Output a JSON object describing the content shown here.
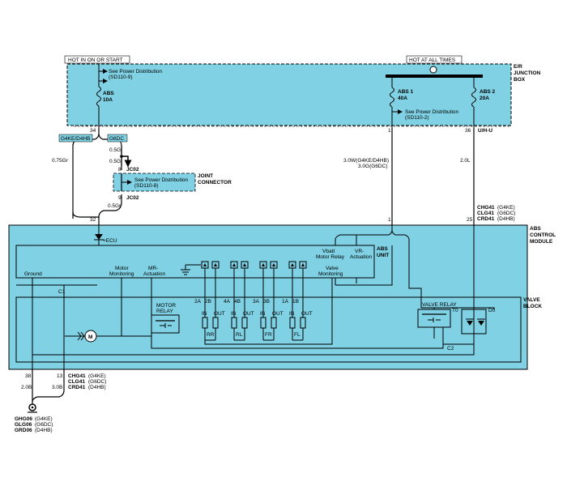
{
  "colors": {
    "fill": "#7fd1e3",
    "line": "#000000",
    "background": "#ffffff"
  },
  "labels": {
    "hot_run_start": "HOT IN ON OR START",
    "hot_all_times": "HOT AT ALL TIMES",
    "junction_box_l1": "E/R",
    "junction_box_l2": "JUNCTION",
    "junction_box_l3": "BOX",
    "spd_1": "See Power Distribution",
    "spd_1_ref": "(SD110-9)",
    "abs_fuse": "ABS",
    "abs_fuse_amp": "10A",
    "abs1_fuse": "ABS 1",
    "abs1_amp": "40A",
    "abs2_fuse": "ABS 2",
    "abs2_amp": "20A",
    "spd_2": "See Power Distribution",
    "spd_2_ref": "(SD110-2)",
    "pin_34": "34",
    "pin_1_top": "1",
    "pin_36": "36",
    "uhu": "U/H-U",
    "g4ke_tag": "G4KE/D4HB",
    "g6dc_tag": "G6DC",
    "w075gr": "0.75Gr",
    "w05g_a": "0.5G",
    "w05g_b": "0.5G",
    "pin_8": "8",
    "jc02_a": "JC02",
    "spd_3": "See Power Distribution",
    "spd_3_ref": "(SD110-8)",
    "joint_conn_l1": "JOINT",
    "joint_conn_l2": "CONNECTOR",
    "pin_9": "9",
    "jc02_b": "JC02",
    "w05gr": "0.5Gr",
    "w30w": "3.0W(G4KE/D4HB)",
    "w30g": "3.0G(G6DC)",
    "w20l": "2.0L",
    "chg41_a": "CHG41",
    "chg41_a_sfx": "(G4KE)",
    "clg41_a": "CLG41",
    "clg41_a_sfx": "(G6DC)",
    "crd41_a": "CRD41",
    "crd41_a_sfx": "(D4HB)",
    "pin_32": "32",
    "pin_1_mid": "1",
    "pin_25": "25",
    "module_l1": "ABS",
    "module_l2": "CONTROL",
    "module_l3": "MODULE",
    "abs_unit_l1": "ABS",
    "abs_unit_l2": "UNIT",
    "ecu": "+ECU",
    "vbatt": "Vbatt",
    "motor_relay_lbl": "Motor Relay",
    "vr": "VR-",
    "actuation_a": "Actuation",
    "ground": "Ground",
    "motor": "Motor",
    "monitoring_a": "Monitoring",
    "mr": "MR-",
    "actuation_b": "Actuation",
    "valve": "Valve",
    "monitoring_b": "Monitoring",
    "c1": "C1",
    "valve_block_l1": "VALVE",
    "valve_block_l2": "BLOCK",
    "motor_relay_l1": "MOTOR",
    "motor_relay_l2": "RELAY",
    "valve_relay": "VALVE RELAY",
    "t0": "T0",
    "d0": "D0",
    "v2a": "2A",
    "v2b": "2B",
    "v4a": "4A",
    "v4b": "4B",
    "v3a": "3A",
    "v3b": "3B",
    "v1a": "1A",
    "v1b": "1B",
    "in_1": "IN",
    "out_1": "OUT",
    "in_2": "IN",
    "out_2": "OUT",
    "in_3": "IN",
    "out_3": "OUT",
    "in_4": "IN",
    "out_4": "OUT",
    "rr": "RR",
    "rl": "RL",
    "fr": "FR",
    "fl": "FL",
    "c2": "C2",
    "motor_symbol": "M",
    "pin_38": "38",
    "pin_13": "13",
    "w20b": "2.0B",
    "w30b": "3.0B",
    "chg41_b": "CHG41",
    "chg41_b_sfx": "(G4KE)",
    "clg41_b": "CLG41",
    "clg41_b_sfx": "(G6DC)",
    "crd41_b": "CRD41",
    "crd41_b_sfx": "(D4HB)",
    "ghg06": "GHG06",
    "ghg06_sfx": "(G4KE)",
    "glg06": "GLG06",
    "glg06_sfx": "(G6DC)",
    "grd06": "GRD06",
    "grd06_sfx": "(D4HB)"
  }
}
